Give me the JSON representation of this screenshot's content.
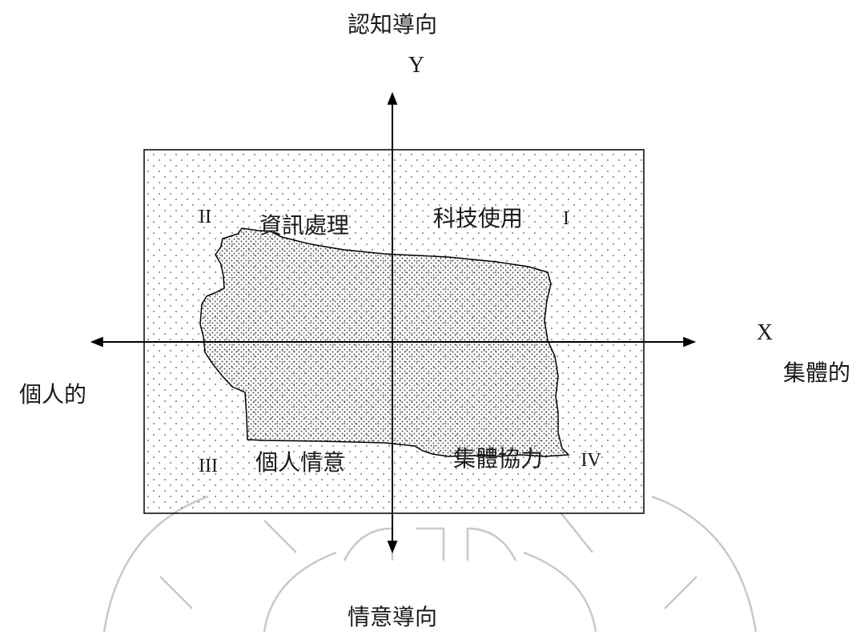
{
  "axes": {
    "top_label": "認知導向",
    "y_letter": "Y",
    "bottom_label": "情意導向",
    "x_letter": "X",
    "left_label": "個人的",
    "right_label": "集體的"
  },
  "quadrants": {
    "q1_numeral": "I",
    "q2_numeral": "II",
    "q3_numeral": "III",
    "q4_numeral": "IV"
  },
  "regions": {
    "upper_left": "資訊處理",
    "upper_right": "科技使用",
    "lower_left": "個人情意",
    "lower_right": "集體協力"
  },
  "colors": {
    "line": "#000000",
    "text": "#1a1a1a",
    "watermark": "#c8c8c8",
    "dots": "#555555"
  }
}
